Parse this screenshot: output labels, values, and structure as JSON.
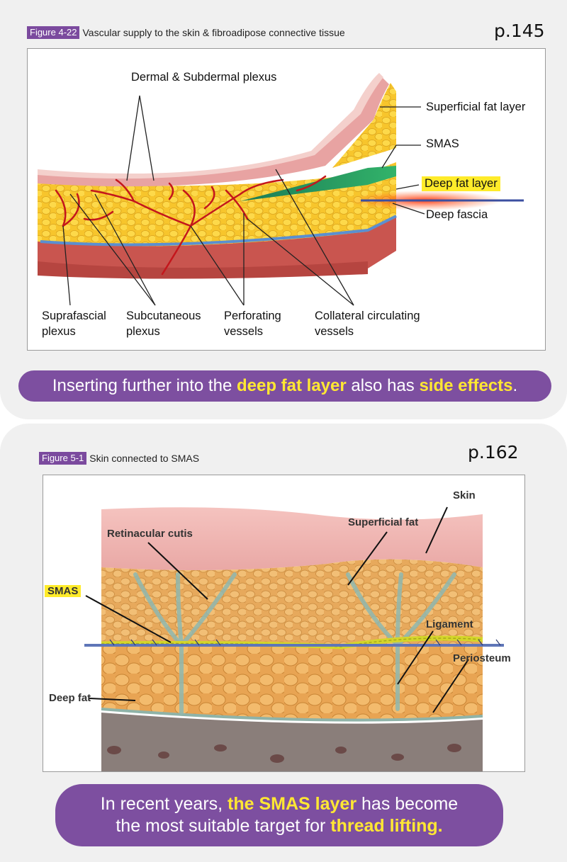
{
  "panel1": {
    "figure_tag": "Figure 4-22",
    "figure_caption": "Vascular supply to the skin & fibroadipose connective tissue",
    "page_ref": "p.145",
    "labels": {
      "dermal_plexus": "Dermal & Subdermal plexus",
      "superficial_fat_layer": "Superficial fat layer",
      "smas": "SMAS",
      "deep_fat_layer": "Deep fat layer",
      "deep_fascia": "Deep fascia",
      "suprafascial_1": "Suprafascial",
      "suprafascial_2": "plexus",
      "subcutaneous_1": "Subcutaneous",
      "subcutaneous_2": "plexus",
      "perforating_1": "Perforating",
      "perforating_2": "vessels",
      "collateral_1": "Collateral circulating",
      "collateral_2": "vessels"
    },
    "banner": {
      "part1": "Inserting further into the ",
      "highlight1": "deep fat layer",
      "part2": " also has ",
      "highlight2": "side effects",
      "part3": "."
    }
  },
  "panel2": {
    "figure_tag": "Figure 5-1",
    "figure_caption": "Skin connected to SMAS",
    "page_ref": "p.162",
    "labels": {
      "skin": "Skin",
      "superficial_fat": "Superficial fat",
      "retinacular_cutis": "Retinacular cutis",
      "smas": "SMAS",
      "ligament": "Ligament",
      "periosteum": "Periosteum",
      "deep_fat": "Deep fat"
    },
    "banner": {
      "line1_part1": "In recent years, ",
      "line1_highlight": "the SMAS layer",
      "line1_part2": " has become",
      "line2_part1": "the most suitable target for ",
      "line2_highlight": "thread lifting."
    }
  },
  "colors": {
    "accent_purple": "#7d4fa0",
    "highlight_yellow": "#ffe733",
    "label_highlight": "#ffeb2a"
  }
}
